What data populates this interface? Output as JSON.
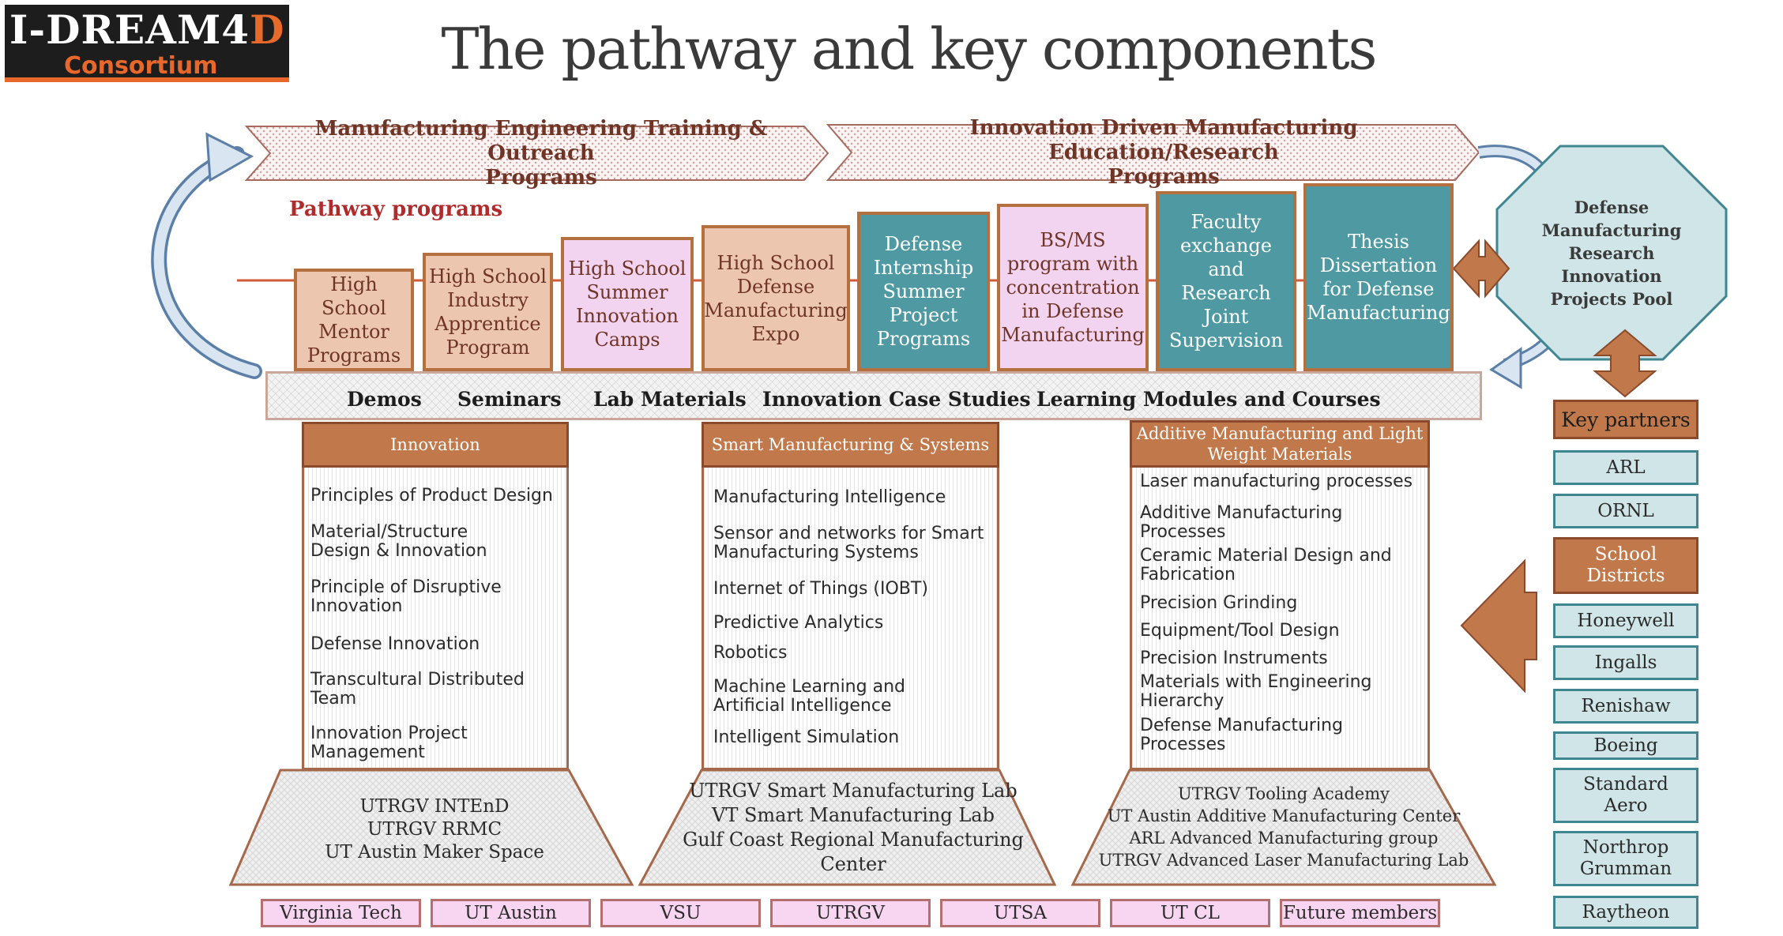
{
  "logo": {
    "main": "I-DREAM4",
    "d": "D",
    "sub": "Consortium"
  },
  "title": "The pathway and key components",
  "banners": {
    "left_line1": "Manufacturing Engineering Training & Outreach",
    "left_line2": "Programs",
    "right_line1": "Innovation Driven Manufacturing Education/Research",
    "right_line2": "Programs"
  },
  "pathway_label": "Pathway programs",
  "programs": [
    [
      "High",
      "School",
      "Mentor",
      "Programs"
    ],
    [
      "High School",
      "Industry",
      "Apprentice",
      "Program"
    ],
    [
      "High School",
      "Summer",
      "Innovation",
      "Camps"
    ],
    [
      "High School",
      "Defense",
      "Manufacturing",
      "Expo"
    ],
    [
      "Defense",
      "Internship",
      "Summer",
      "Project",
      "Programs"
    ],
    [
      "BS/MS",
      "program with",
      "concentration",
      "in Defense",
      "Manufacturing"
    ],
    [
      "Faculty",
      "exchange and",
      "Research",
      "Joint",
      "Supervision"
    ],
    [
      "Thesis",
      "Dissertation",
      "for Defense",
      "Manufacturing"
    ]
  ],
  "pool": [
    "Defense",
    "Manufacturing",
    "Research",
    "Innovation",
    "Projects Pool"
  ],
  "strip": [
    "Demos",
    "Seminars",
    "Lab Materials",
    "Innovation Case Studies",
    "Learning Modules and Courses"
  ],
  "columns": [
    {
      "header": [
        "Innovation"
      ],
      "items": [
        [
          "Principles of Product Design"
        ],
        [
          "Material/Structure",
          "Design & Innovation"
        ],
        [
          "Principle of Disruptive",
          "Innovation"
        ],
        [
          "Defense Innovation"
        ],
        [
          "Transcultural Distributed",
          "Team"
        ],
        [
          "Innovation Project",
          "Management"
        ]
      ],
      "labs": [
        "UTRGV INTEnD",
        "UTRGV RRMC",
        "UT Austin Maker Space"
      ]
    },
    {
      "header": [
        "Smart Manufacturing & Systems"
      ],
      "items": [
        [
          "Manufacturing Intelligence"
        ],
        [
          "Sensor and networks for Smart",
          "Manufacturing Systems"
        ],
        [
          "Internet of Things (IOBT)"
        ],
        [
          "Predictive Analytics"
        ],
        [
          "Robotics"
        ],
        [
          "Machine Learning and",
          "Artificial Intelligence"
        ],
        [
          "Intelligent Simulation"
        ]
      ],
      "labs": [
        "UTRGV Smart Manufacturing Lab",
        "VT Smart Manufacturing Lab",
        "Gulf Coast Regional Manufacturing Center"
      ]
    },
    {
      "header": [
        "Additive Manufacturing and Light",
        "Weight Materials"
      ],
      "items": [
        [
          "Laser manufacturing processes"
        ],
        [
          "Additive Manufacturing",
          "Processes"
        ],
        [
          "Ceramic Material Design and",
          "Fabrication"
        ],
        [
          "Precision Grinding"
        ],
        [
          "Equipment/Tool Design"
        ],
        [
          "Precision Instruments"
        ],
        [
          "Materials with Engineering",
          "Hierarchy"
        ],
        [
          "Defense Manufacturing",
          "Processes"
        ]
      ],
      "labs": [
        "UTRGV Tooling Academy",
        "UT Austin Additive Manufacturing Center",
        "ARL Advanced Manufacturing group",
        "UTRGV Advanced Laser Manufacturing Lab"
      ]
    }
  ],
  "universities": [
    "Virginia Tech",
    "UT Austin",
    "VSU",
    "UTRGV",
    "UTSA",
    "UT CL",
    "Future members"
  ],
  "key_partners_label": "Key partners",
  "partners": [
    [
      "ARL"
    ],
    [
      "ORNL"
    ],
    [
      "School",
      "Districts"
    ],
    [
      "Honeywell"
    ],
    [
      "Ingalls"
    ],
    [
      "Renishaw"
    ],
    [
      "Boeing"
    ],
    [
      "Standard",
      "Aero"
    ],
    [
      "Northrop",
      "Grumman"
    ],
    [
      "Raytheon"
    ]
  ],
  "colors": {
    "brown": "#c1794b",
    "teal": "#4f9aa2",
    "pink": "#f3d4f0",
    "tan": "#ecc6ae",
    "light_teal": "#cfe5e7"
  }
}
